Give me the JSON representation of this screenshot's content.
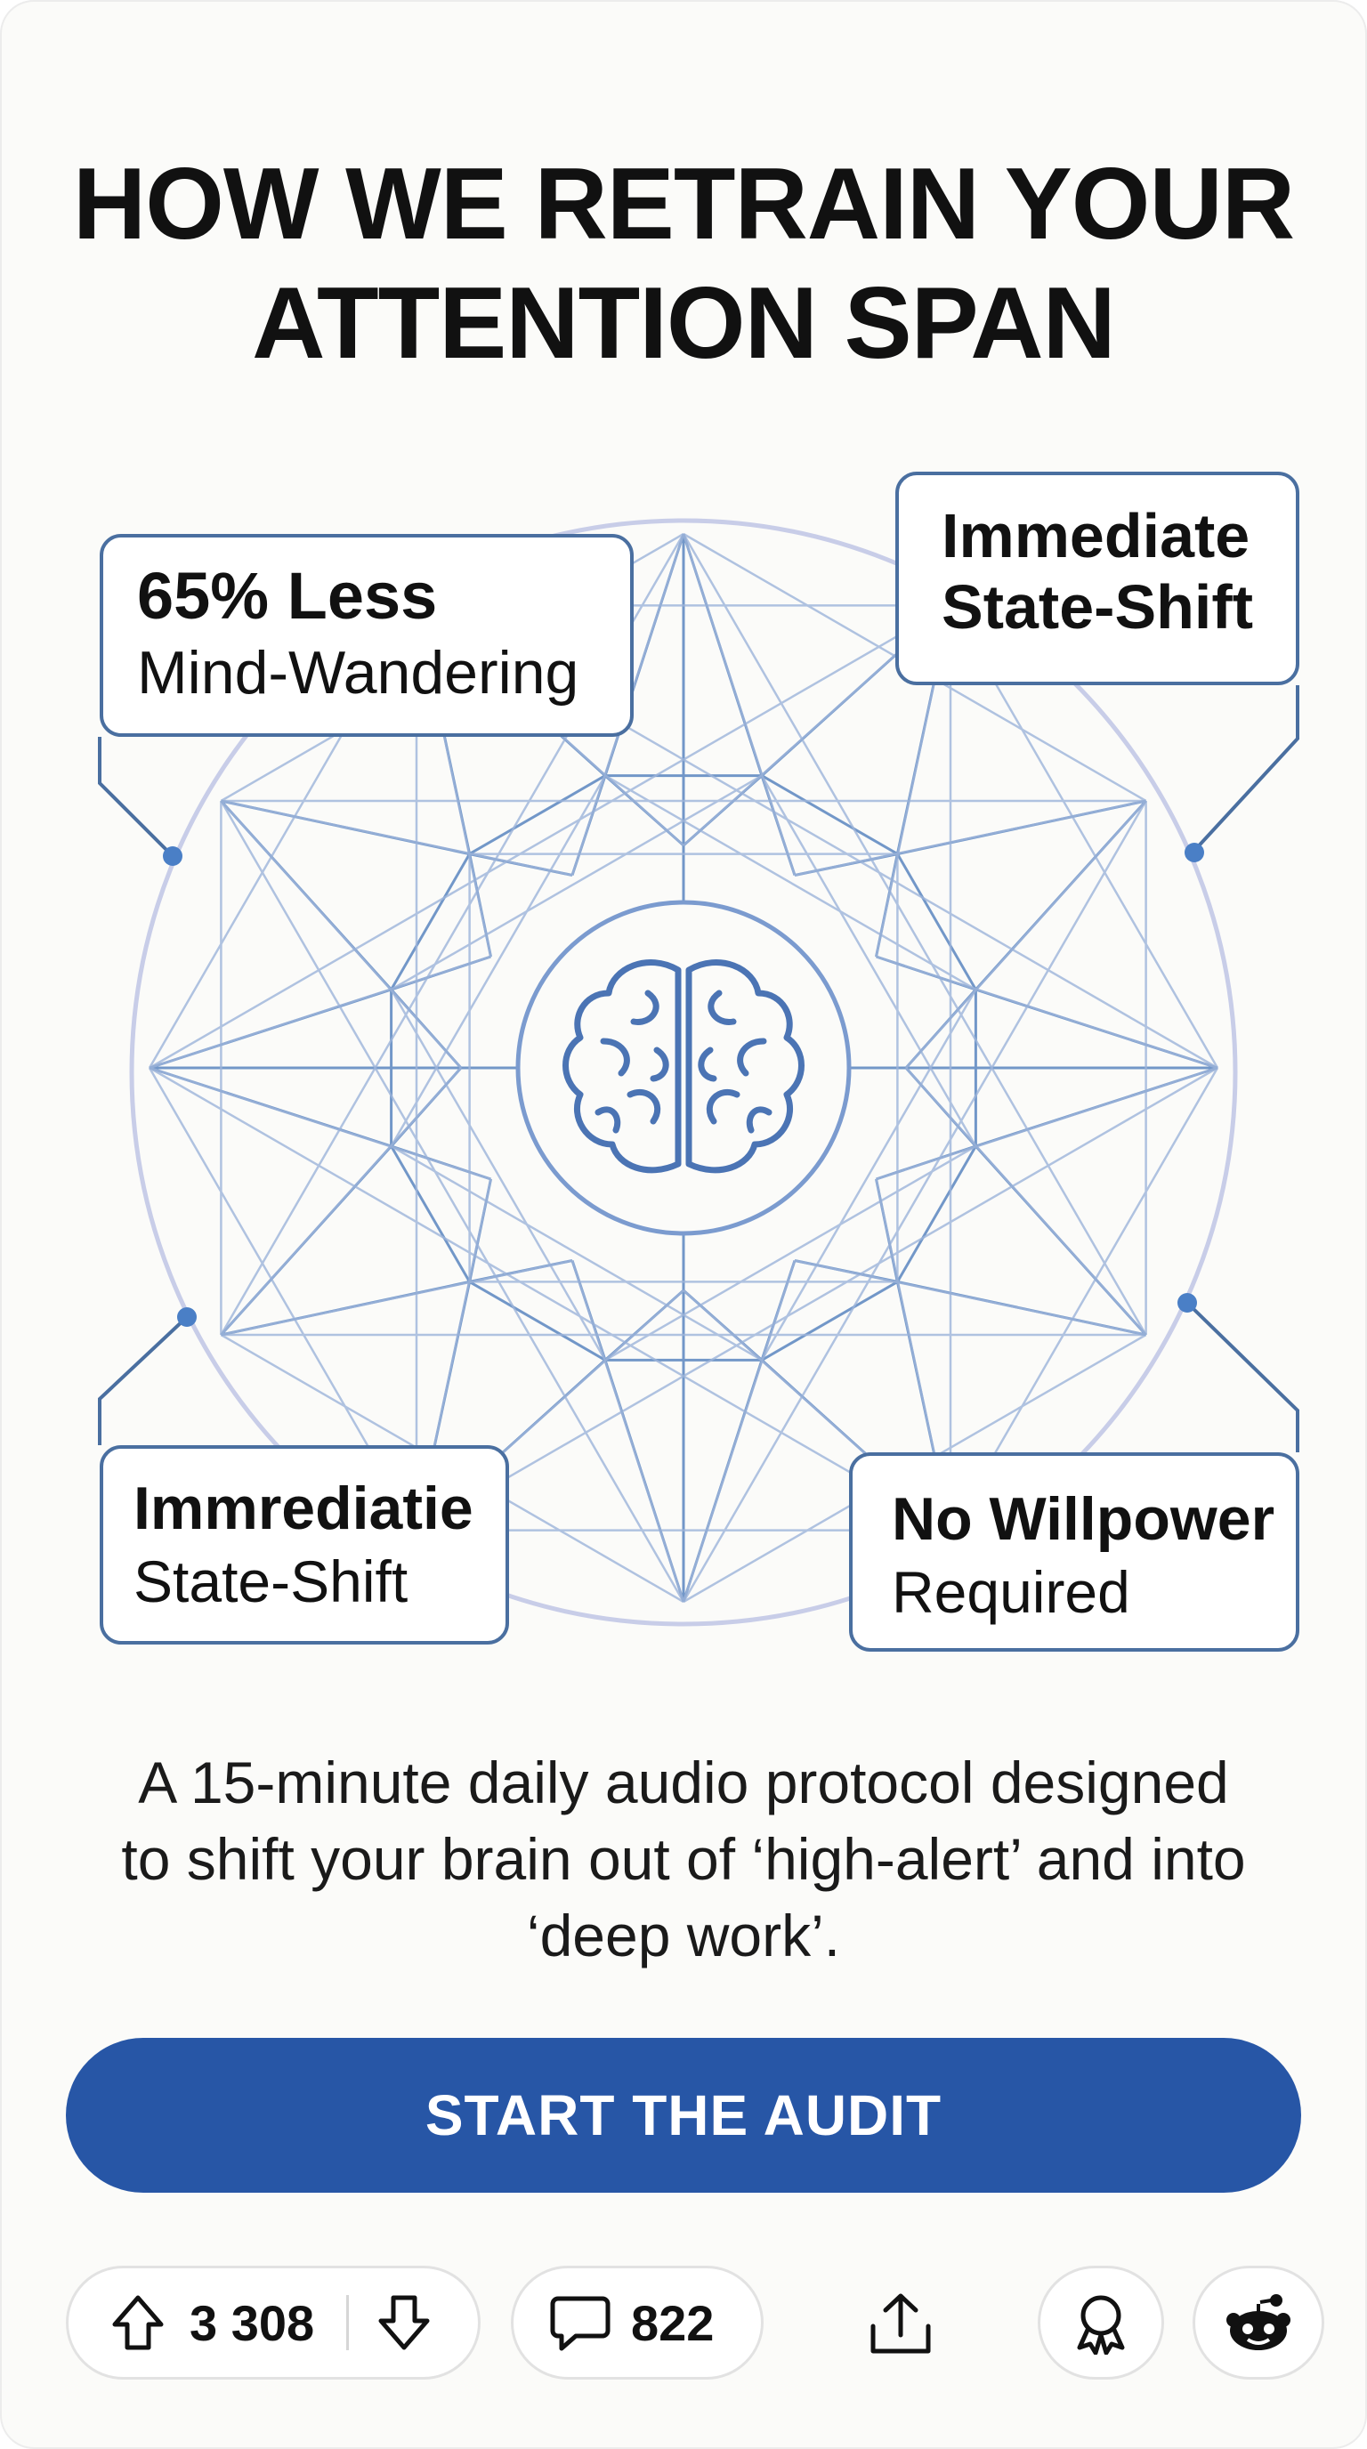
{
  "header": {
    "title_line1": "HOW WE RETRAIN YOUR",
    "title_line2": "ATTENTION SPAN"
  },
  "diagram": {
    "center_icon": "brain-icon",
    "callouts": [
      {
        "bold": "65% Less",
        "regular": "Mind-Wandering"
      },
      {
        "bold": "Immediate",
        "bold2": "State-Shift"
      },
      {
        "bold": "Immrediatie",
        "regular": "State-Shift"
      },
      {
        "bold": "No Willpower",
        "regular": "Required"
      }
    ],
    "line_color": "#5b86c0",
    "outer_circle_color": "#c8cde8"
  },
  "description": "A 15-minute daily audio protocol designed to shift your brain out of ‘high-alert’ and into ‘deep work’.",
  "cta": {
    "label": "START THE AUDIT",
    "color": "#2756a6"
  },
  "actions": {
    "upvote_icon": "upvote-arrow-icon",
    "vote_count": "3 308",
    "downvote_icon": "downvote-arrow-icon",
    "comment_icon": "comment-bubble-icon",
    "comment_count": "822",
    "share_icon": "share-icon",
    "award_icon": "award-ribbon-icon",
    "profile_icon": "reddit-alien-icon"
  }
}
